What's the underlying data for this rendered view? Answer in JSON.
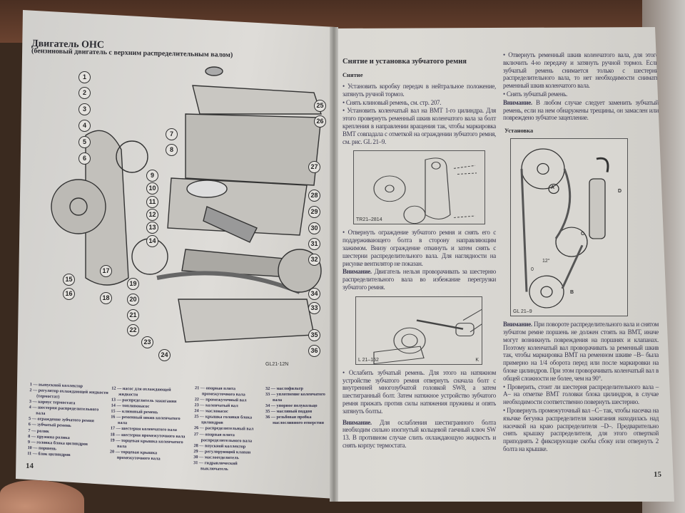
{
  "left_page": {
    "title": "Двигатель ОНС",
    "subtitle": "(бензиновый двигатель с верхним распределительным валом)",
    "figure_label": "GL21-12N",
    "page_number": "14",
    "callouts": [
      "1",
      "2",
      "3",
      "4",
      "5",
      "6",
      "7",
      "8",
      "9",
      "10",
      "11",
      "12",
      "13",
      "14",
      "15",
      "16",
      "17",
      "18",
      "19",
      "20",
      "21",
      "22",
      "23",
      "24",
      "25",
      "26",
      "27",
      "28",
      "29",
      "30",
      "31",
      "32",
      "33",
      "34",
      "35",
      "36"
    ],
    "legend": [
      "1 — выпускной коллектор",
      "2 — регулятор охлаждающей жидкости (термостат)",
      "3 — корпус термостата",
      "4 — шестерня распределительного вала",
      "5 — ограждение зубчатого ремня",
      "6 — зубчатый ремень",
      "7 — ролик",
      "8 — пружина ролика",
      "9 — головка блока цилиндров",
      "10 — поршень",
      "11 — блок цилиндров",
      "12 — насос для охлаждающей жидкости",
      "13 — распределитель зажигания",
      "14 — топливонасос",
      "15 — клиновый ремень",
      "16 — ременный шкив коленчатого вала",
      "17 — шестерня коленчатого вала",
      "18 — шестерня промежуточного вала",
      "19 — торцевая крышка коленчатого вала",
      "20 — торцевая крышка промежуточного вала",
      "21 — опорная плита промежуточного вала",
      "22 — промежуточный вал",
      "23 — коленчатый вал",
      "24 — маслонасос",
      "25 — крышка головки блока цилиндров",
      "26 — распределительный вал",
      "27 — опорная плита распределительного вала",
      "28 — впускной коллектор",
      "29 — регулирующий клапан",
      "30 — маслоотделитель",
      "31 — гидравлический выключатель",
      "32 — маслофильтр",
      "33 — уплотнение коленчатого вала",
      "34 — упорное полукольцо",
      "35 — масляный поддон",
      "36 — резьбовая пробка маслосливного отверстия"
    ]
  },
  "right_page": {
    "title": "Снятие и установка зубчатого ремня",
    "removal_heading": "Снятие",
    "removal_steps": [
      "Установить коробку передач в нейтральное положение, затянуть ручной тормоз.",
      "Снять клиновый ремень, см. стр. 207.",
      "Установить коленчатый вал на ВМТ 1-го цилиндра. Для этого провернуть ременный шкив коленчатого вала за болт крепления в направлении вращения так, чтобы маркировка ВМТ совпадала с отметкой на ограждении зубчатого ремня, см. рис. GL 21–9."
    ],
    "fig1_label": "TR21–2814",
    "step_guard": "Отвернуть ограждение зубчатого ремня и снять его с поддерживающего болта в сторону направляющим зажимом. Внизу ограждение откинуть и затем снять с шестерни распределительного вала. Для наглядности на рисунке вентилятор не показан.",
    "warning1_label": "Внимание.",
    "warning1": "Двигатель нельзя проворачивать за шестерню распределительного вала во избежание перегрузки зубчатого ремня.",
    "fig2_label": "L 21–152",
    "fig2_corner": "K",
    "step_loosen": "Ослабить зубчатый ремень. Для этого на натяжном устройстве зубчатого ремня отвернуть сначала болт с внутренней многозубчатой головкой SW8, а затем шестигранный болт. Затем натяжное устройство зубчатого ремня прижать против силы натяжения пружины и опять затянуть болты.",
    "warning2_label": "Внимание.",
    "warning2": "Для ослабления шестигранного болта необходим сильно изогнутый кольцевой гаечный ключ SW 13. В противном случае слить охлаждающую жидкость и снять корпус термостата.",
    "step_pulley": "Отвернуть ременный шкив коленчатого вала, для этого включить 4-ю передачу и затянуть ручной тормоз. Если зубчатый ремень снимается только с шестерни распределительного вала, то нет необходимости снимать ременный шкив коленчатого вала.",
    "step_remove_belt": "Снять зубчатый ремень.",
    "warning3_label": "Внимание.",
    "warning3": "В любом случае следует заменить зубчатый ремень, если на нем обнаружены трещины, он замаслен или повреждено зубчатое зацепление.",
    "install_heading": "Установка",
    "fig3_label": "GL 21–9",
    "fig3_marks": [
      "A",
      "B",
      "C",
      "D",
      "0",
      "12°"
    ],
    "warning4_label": "Внимание.",
    "warning4": "При повороте распределительного вала и снятом зубчатом ремне поршень не должен стоять на ВМТ, иначе могут возникнуть повреждения на поршнях и клапанах. Поэтому коленчатый вал проворачивать за ременный шкив так, чтобы маркировка ВМТ на ременном шкиве –В– была примерно на 1/4 оборота перед или после маркировки на блоке цилиндров. При этом проворачивать коленчатый вал в общей сложности не более, чем на 90°.",
    "step_check": "Проверить, стоит ли шестерня распределительного вала –А– на отметке ВМТ головки блока цилиндров, в случае необходимости соответственно повернуть шестерню.",
    "step_turn": "Провернуть промежуточный вал –С– так, чтобы насечка на язычке бегунка распределителя зажигания находилась над насечкой на краю распределителя –D–. Предварительно снять крышку распределителя, для этого отверткой приподнять 2 фиксирующие скобы сбоку или отвернуть 2 болта на крышке.",
    "page_number": "15"
  }
}
